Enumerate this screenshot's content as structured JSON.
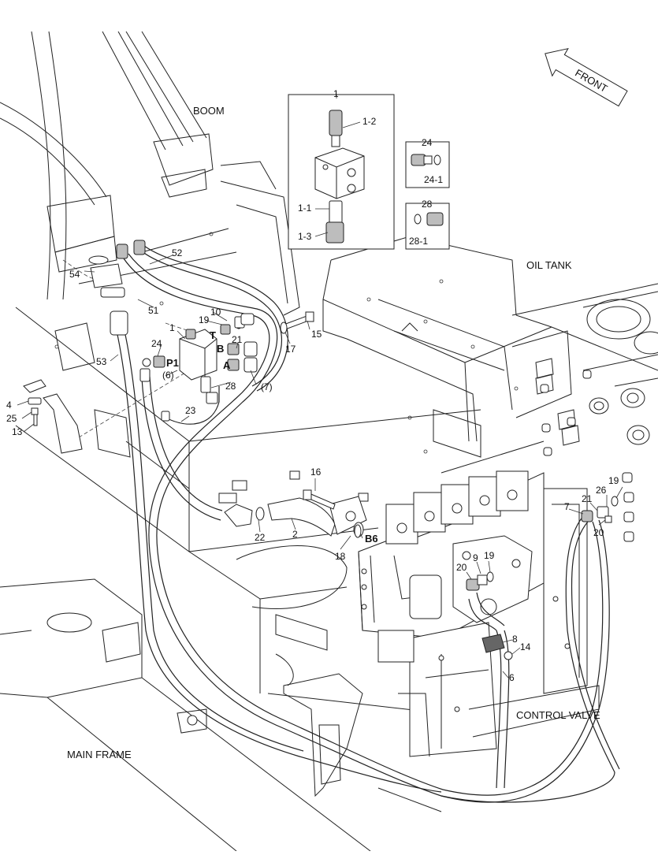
{
  "names": {
    "boom": "BOOM",
    "oil_tank": "OIL TANK",
    "main_frame": "MAIN FRAME",
    "control_valve": "CONTROL VALVE",
    "front": "FRONT"
  },
  "ports": {
    "t": "T",
    "b": "B",
    "a": "A",
    "p1": "P1",
    "b6": "B6"
  },
  "callouts": {
    "c1_top": "1",
    "c1_2": "1-2",
    "c1_1": "1-1",
    "c1_3": "1-3",
    "c24_box": "24",
    "c24_1": "24-1",
    "c28_box": "28",
    "c28_1": "28-1",
    "c52": "52",
    "c54": "54",
    "c51": "51",
    "c53": "53",
    "c1_mid": "1",
    "c19_a": "19",
    "c10": "10",
    "c21_a": "21",
    "c24_a": "24",
    "c6_paren": "(6)",
    "c28_a": "28",
    "c7_paren": "(7)",
    "c17": "17",
    "c15": "15",
    "c4": "4",
    "c25": "25",
    "c13": "13",
    "c23": "23",
    "c16": "16",
    "c22": "22",
    "c2": "2",
    "c18": "18",
    "c7": "7",
    "c21_b": "21",
    "c26": "26",
    "c19_b": "19",
    "c20_b": "20",
    "c9": "9",
    "c20_a": "20",
    "c19_c": "19",
    "c8": "8",
    "c14": "14",
    "c6": "6"
  }
}
